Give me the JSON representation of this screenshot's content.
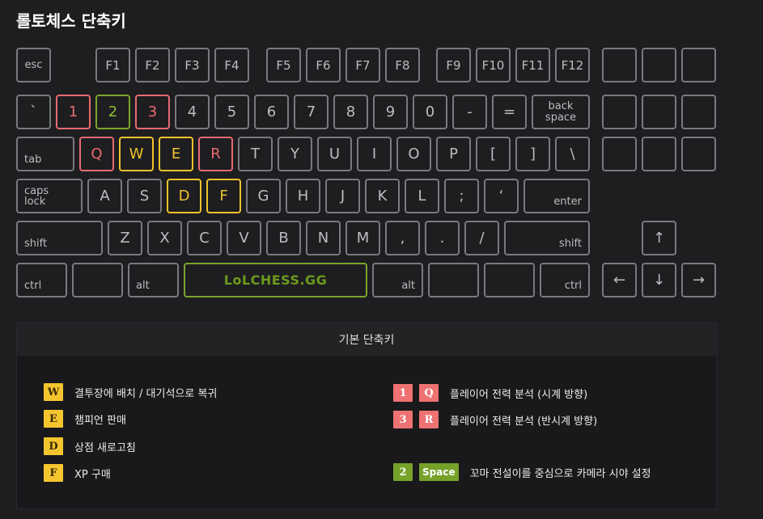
{
  "title": "롤토체스 단축키",
  "keys": {
    "esc": "esc",
    "f1": "F1",
    "f2": "F2",
    "f3": "F3",
    "f4": "F4",
    "f5": "F5",
    "f6": "F6",
    "f7": "F7",
    "f8": "F8",
    "f9": "F9",
    "f10": "F10",
    "f11": "F11",
    "f12": "F12",
    "backtick": "`",
    "n1": "1",
    "n2": "2",
    "n3": "3",
    "n4": "4",
    "n5": "5",
    "n6": "6",
    "n7": "7",
    "n8": "8",
    "n9": "9",
    "n0": "0",
    "minus": "-",
    "equal": "=",
    "back_line1": "back",
    "back_line2": "space",
    "tab": "tab",
    "q": "Q",
    "w": "W",
    "e": "E",
    "r": "R",
    "t": "T",
    "y": "Y",
    "u": "U",
    "i": "I",
    "o": "O",
    "p": "P",
    "lbracket": "[",
    "rbracket": "]",
    "backslash": "\\",
    "caps_line1": "caps",
    "caps_line2": "lock",
    "a": "A",
    "s": "S",
    "d": "D",
    "f": "F",
    "g": "G",
    "h": "H",
    "j": "J",
    "k": "K",
    "l": "L",
    "semicolon": ";",
    "quote": "‘",
    "enter": "enter",
    "lshift": "shift",
    "z": "Z",
    "x": "X",
    "c": "C",
    "v": "V",
    "b": "B",
    "n": "N",
    "m": "M",
    "comma": ",",
    "period": ".",
    "slash": "/",
    "rshift": "shift",
    "lctrl": "ctrl",
    "lalt": "alt",
    "space_logo": "LoLCHESS.GG",
    "ralt": "alt",
    "rctrl": "ctrl",
    "up": "↑",
    "left": "←",
    "down": "↓",
    "right": "→"
  },
  "colors": {
    "red": "#e76a6f",
    "green": "#7ba42b",
    "yellow": "#f1c22c"
  },
  "legend": {
    "header": "기본 단축키",
    "items": [
      {
        "badges": [
          "W"
        ],
        "text": "결투장에 배치 / 대기석으로 복귀"
      },
      {
        "badges": [
          "E"
        ],
        "text": "챔피언 판매"
      },
      {
        "badges": [
          "D"
        ],
        "text": "상점 새로고침"
      },
      {
        "badges": [
          "F"
        ],
        "text": "XP 구매"
      },
      {
        "badges": [
          "1",
          "Q"
        ],
        "text": "플레이어 전력 분석 (시계 방향)"
      },
      {
        "badges": [
          "3",
          "R"
        ],
        "text": "플레이어 전력 분석 (반시계 방향)"
      },
      {
        "badges": [
          "2",
          "Space"
        ],
        "text": "꼬마 전설이를 중심으로 카메라 시야 설정"
      }
    ]
  }
}
